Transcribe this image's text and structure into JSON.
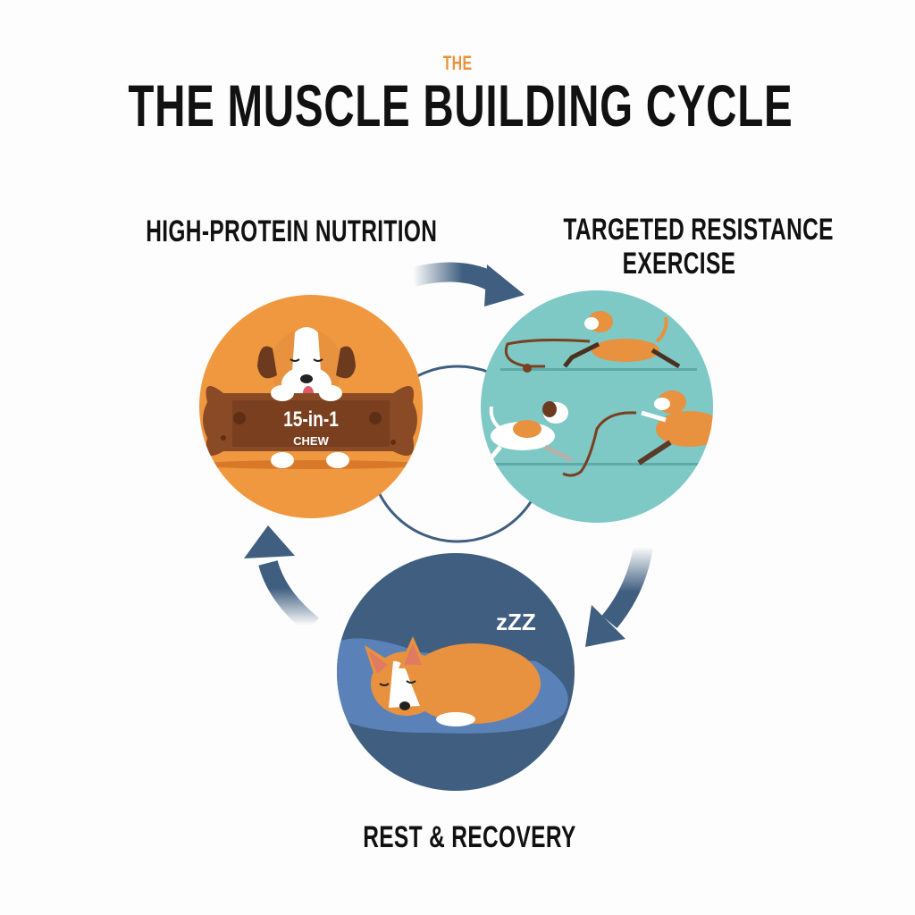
{
  "header": {
    "kicker": "THE",
    "title": "THE MUSCLE BUILDING CYCLE"
  },
  "stages": [
    {
      "id": "nutrition",
      "label": "HIGH-PROTEIN NUTRITION",
      "color": "#f0983f",
      "illustration": "dog-with-bone-chew-icon",
      "badge_main": "15-in-1",
      "badge_sub": "CHEW"
    },
    {
      "id": "exercise",
      "label_line1": "TARGETED RESISTANCE",
      "label_line2": "EXERCISE",
      "color": "#7ec8c6",
      "illustration": "dogs-tug-of-war-icon"
    },
    {
      "id": "rest",
      "label": "REST & RECOVERY",
      "color": "#3f5e80",
      "illustration": "sleeping-dog-icon",
      "sleep_text": "zZZ"
    }
  ],
  "flow": {
    "arrow_color": "#3f5e80",
    "connector_color": "#3f5e80",
    "sequence": [
      "nutrition",
      "exercise",
      "rest",
      "nutrition"
    ]
  }
}
